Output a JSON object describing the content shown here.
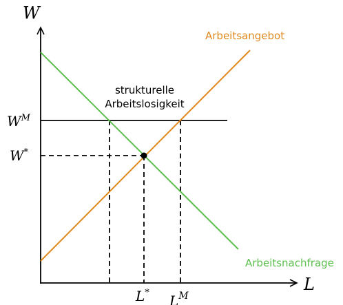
{
  "axes": {
    "y_label": "W",
    "x_label": "L"
  },
  "ticks": {
    "wm_base": "W",
    "wm_sup": "M",
    "wstar_base": "W",
    "wstar_sup": "*",
    "lstar_base": "L",
    "lstar_sup": "*",
    "lm_base": "L",
    "lm_sup": "M"
  },
  "curves": {
    "supply_label": "Arbeitsangebot",
    "demand_label": "Arbeitsnachfrage"
  },
  "annotation": {
    "line1": "strukturelle",
    "line2": "Arbeitslosigkeit"
  },
  "colors": {
    "supply": "#e08a1e",
    "demand": "#5cbf4e",
    "axis": "#000000"
  }
}
